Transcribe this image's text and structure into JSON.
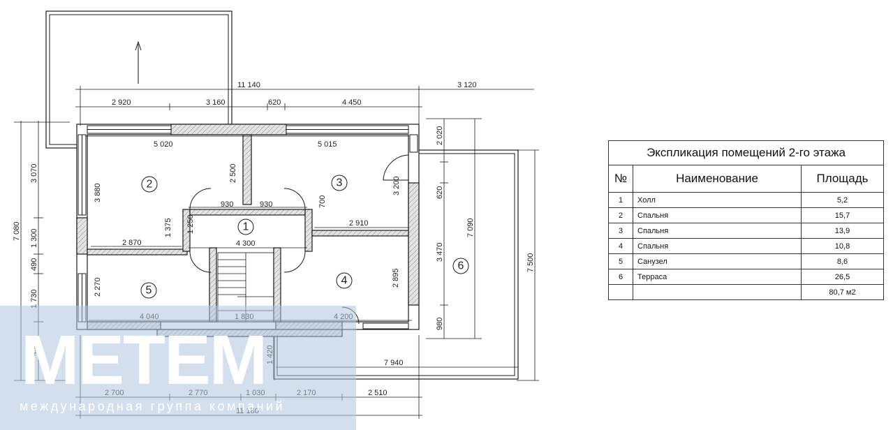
{
  "dimensions": {
    "overall_top": "11 140",
    "terrace_top": "3 120",
    "top_segments": [
      "2 920",
      "3 160",
      "620",
      "4 450"
    ],
    "room2_width": "5 020",
    "room3_width": "5 015",
    "room3_depth": "2 500",
    "hall_seg_a": "930",
    "hall_seg_b": "930",
    "hall_width": "4 300",
    "room2_bottom": "2 870",
    "room3_bottom": "2 910",
    "room3_side": "700",
    "hall_depth_a": "1 375",
    "hall_depth_b": "1 250",
    "room5_width": "4 040",
    "stair_width": "1 830",
    "room4_width": "4 200",
    "room5_depth": "2 270",
    "room4_depth": "2 895",
    "room2_depth": "3 880",
    "left_seg_1": "3 070",
    "left_seg_2": "1 300",
    "left_seg_3": "490",
    "left_seg_4": "1 730",
    "left_seg_5": "490",
    "left_total": "7 080",
    "right_seg_1": "2 020",
    "right_seg_2": "620",
    "right_seg_3": "3 470",
    "right_seg_4": "980",
    "room3_height": "3 200",
    "house_depth": "7 090",
    "terrace_depth": "7 500",
    "porch_depth": "1 420",
    "terrace_width": "7 940",
    "bottom_segments": [
      "2 700",
      "2 770",
      "1 030",
      "2 170",
      "2 510"
    ],
    "overall_bottom": "11 180"
  },
  "room_markers": [
    "1",
    "2",
    "3",
    "4",
    "5",
    "6"
  ],
  "legend": {
    "caption": "Экспликация помещений 2-го этажа",
    "headers": [
      "№",
      "Наименование",
      "Площадь"
    ],
    "rows": [
      [
        "1",
        "Холл",
        "5,2"
      ],
      [
        "2",
        "Спальня",
        "15,7"
      ],
      [
        "3",
        "Спальня",
        "13,9"
      ],
      [
        "4",
        "Спальня",
        "10,8"
      ],
      [
        "5",
        "Санузел",
        "8,6"
      ],
      [
        "6",
        "Терраса",
        "26,5"
      ]
    ],
    "total": "80,7 м2"
  },
  "watermark": {
    "logo": "МЕТЕМ",
    "subtitle": "международная группа компаний"
  },
  "colors": {
    "line": "#1a1a1a",
    "wall_hatch": "#d8d8d8",
    "watermark": "#b0c4de"
  }
}
